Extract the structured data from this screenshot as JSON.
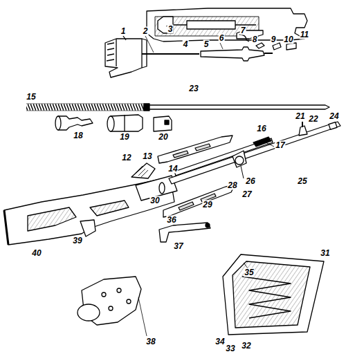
{
  "diagram": {
    "labels": [
      "1",
      "2",
      "3",
      "4",
      "5",
      "6",
      "7",
      "8",
      "9",
      "10",
      "11",
      "15",
      "23",
      "18",
      "19",
      "20",
      "21",
      "22",
      "24",
      "12",
      "13",
      "14",
      "16",
      "17",
      "26",
      "25",
      "28",
      "27",
      "30",
      "29",
      "36",
      "39",
      "40",
      "37",
      "31",
      "35",
      "38",
      "34",
      "33",
      "32"
    ]
  }
}
